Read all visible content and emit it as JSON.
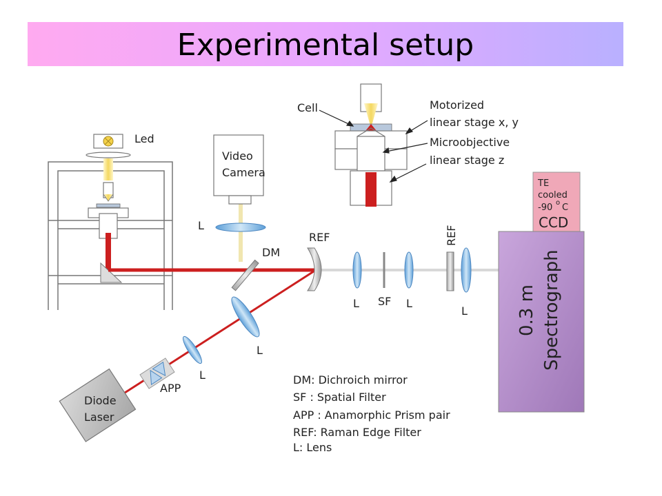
{
  "title": "Experimental setup",
  "labels": {
    "led": "Led",
    "video_camera_1": "Video",
    "video_camera_2": "Camera",
    "lens": "L",
    "dm": "DM",
    "ref": "REF",
    "sf": "SF",
    "app": "APP",
    "diode_laser_1": "Diode",
    "diode_laser_2": "Laser",
    "cell": "Cell",
    "motorized_1": "Motorized",
    "motorized_2": "linear stage x, y",
    "microobjective": "Microobjective",
    "stage_z": "linear stage z",
    "ccd_note_1": "TE",
    "ccd_note_2": "cooled",
    "ccd_note_3": "-90",
    "ccd_note_deg": "o",
    "ccd_note_4": "C",
    "ccd": "CCD",
    "spectrograph_1": "0.3 m",
    "spectrograph_2": "Spectrograph"
  },
  "legend": [
    "DM: Dichroich mirror",
    "SF : Spatial Filter",
    "APP : Anamorphic Prism pair",
    "REF: Raman Edge Filter",
    "L: Lens"
  ],
  "colors": {
    "beam": "#cc1f1f",
    "spectrograph": "#b48cc8",
    "ccd": "#f0a8b8",
    "lens": "#8fc0e8",
    "laser_box": "#c0c0c0",
    "led_glow": "#f5e38a"
  }
}
